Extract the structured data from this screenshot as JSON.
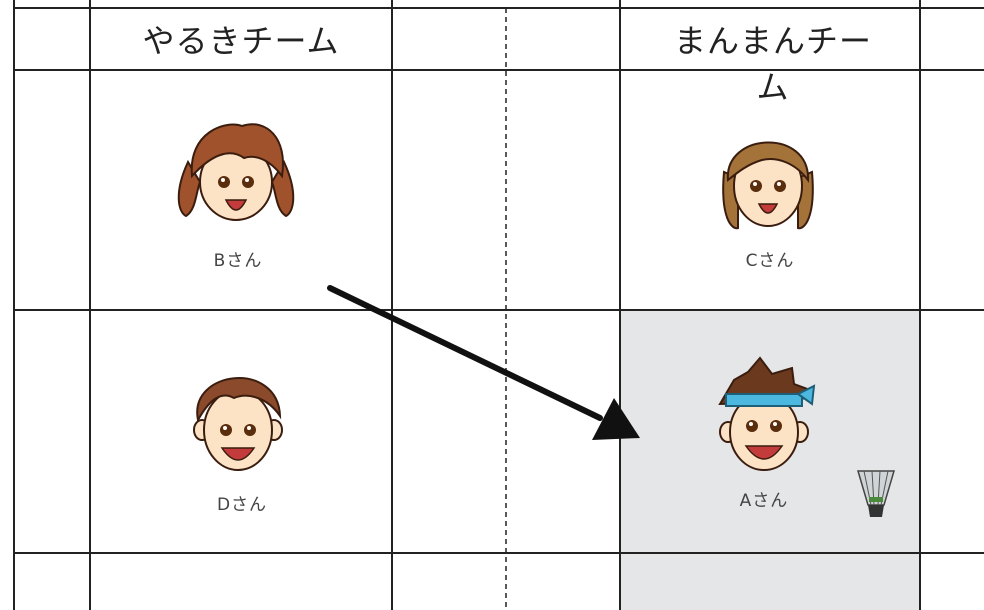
{
  "teams": {
    "left": "やるきチーム",
    "right": "まんまんチーム"
  },
  "players": [
    {
      "id": "b",
      "label": "Bさん",
      "hair": "#a0522d"
    },
    {
      "id": "c",
      "label": "Cさん",
      "hair": "#a4733a"
    },
    {
      "id": "d",
      "label": "Dさん",
      "hair": "#8b4a2b"
    },
    {
      "id": "a",
      "label": "Aさん",
      "hair": "#6b3a1e"
    }
  ],
  "colors": {
    "grid": "#222222",
    "highlight": "#e5e6e8",
    "skin": "#fde3c6",
    "headband": "#4cb8e0",
    "arrow": "#111111"
  },
  "icons": [
    "shuttlecock-icon",
    "arrow-icon"
  ]
}
